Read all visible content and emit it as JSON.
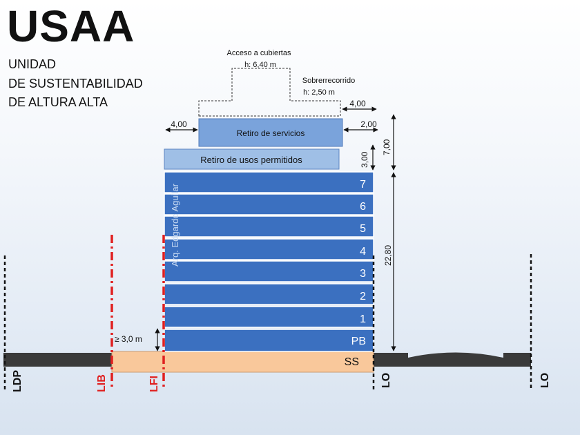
{
  "header": {
    "title": "USAA",
    "subtitle_lines": [
      "UNIDAD",
      "DE SUSTENTABILIDAD",
      "DE ALTURA ALTA"
    ]
  },
  "diagram": {
    "roof_access": {
      "label": "Acceso a cubiertas",
      "height": "h: 6,40 m"
    },
    "overrun": {
      "label": "Sobrerrecorrido",
      "height": "h: 2,50 m"
    },
    "setback_services": "Retiro de servicios",
    "setback_uses": "Retiro de usos permitidos",
    "floors": [
      "7",
      "6",
      "5",
      "4",
      "3",
      "2",
      "1",
      "PB"
    ],
    "basement": "SS",
    "author": "Arq. Edgardo Aguilar",
    "dimensions": {
      "overrun_setback": "4,00",
      "services_left": "4,00",
      "services_right": "2,00",
      "uses_height": "3,00",
      "top_height": "7,00",
      "building_height": "22,80",
      "ground_floor_min": "≥ 3,0 m"
    },
    "lines": [
      "LDP",
      "LIB",
      "LFI",
      "LO",
      "LO"
    ],
    "colors": {
      "floor_blue": "#3b70c0",
      "setback_light": "#9fbfe6",
      "services_blue": "#7aa3db",
      "basement": "#f9c89b",
      "ground": "#3a3a3a",
      "red_line": "#e02020"
    }
  }
}
